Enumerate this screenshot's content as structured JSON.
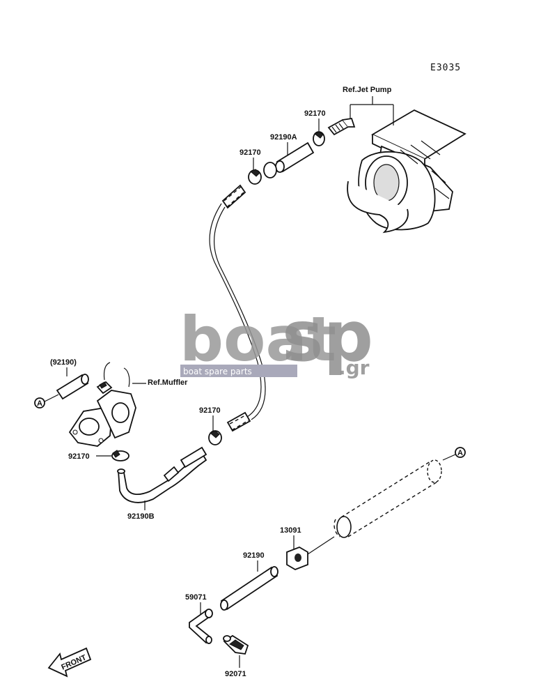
{
  "diagram": {
    "code": "E3035",
    "refs": {
      "jet_pump": "Ref.Jet Pump",
      "muffler": "Ref.Muffler"
    },
    "labels": {
      "p92170_top": "92170",
      "p92190a": "92190A",
      "p92170_mid": "92170",
      "p92190_paren": "(92190)",
      "p92170_lower": "92170",
      "p92170_left": "92170",
      "p92190b": "92190B",
      "p13091": "13091",
      "p92190": "92190",
      "p59071": "59071",
      "p92071": "92071"
    },
    "markers": {
      "left": "A",
      "right": "A"
    },
    "front_arrow": "FRONT"
  },
  "watermark": {
    "main": "boat",
    "sp": "sp",
    "domain": ".gr",
    "tagline": "boat spare parts"
  }
}
